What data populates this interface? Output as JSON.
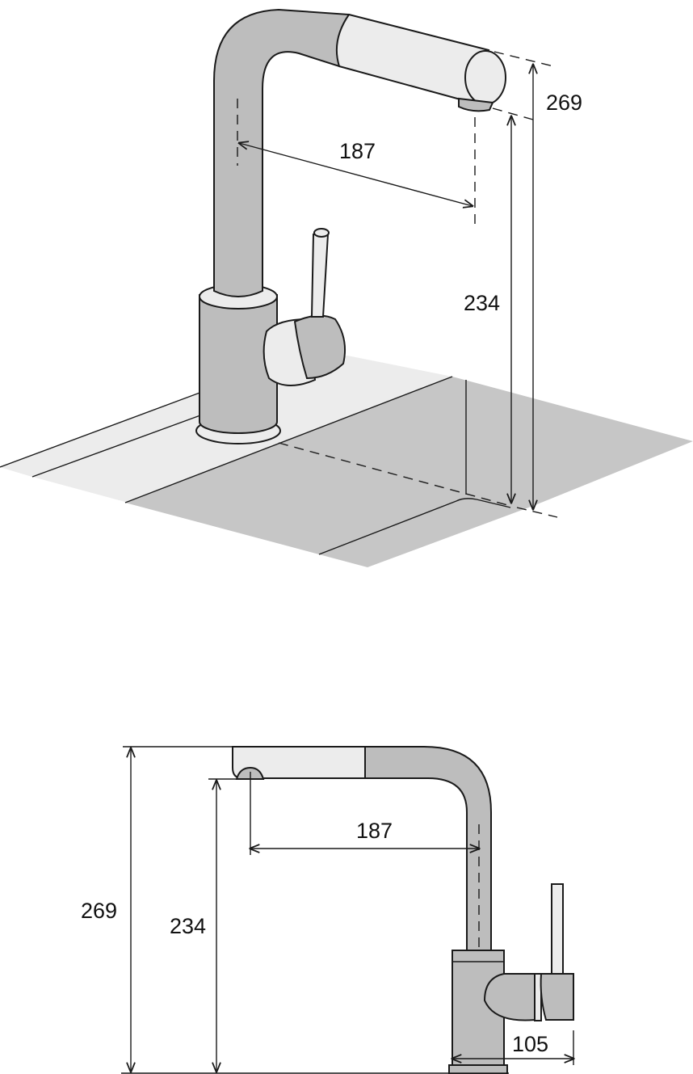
{
  "colors": {
    "metal": "#bdbdbd",
    "spray_head": "#ececec",
    "counter_light": "#ececec",
    "sink_dark": "#c6c6c6",
    "line": "#1a1a1a"
  },
  "iso_view": {
    "dim_reach": "187",
    "dim_total_height": "269",
    "dim_spout_height": "234"
  },
  "side_view": {
    "dim_reach": "187",
    "dim_total_height": "269",
    "dim_spout_height": "234",
    "dim_base_depth": "105"
  }
}
